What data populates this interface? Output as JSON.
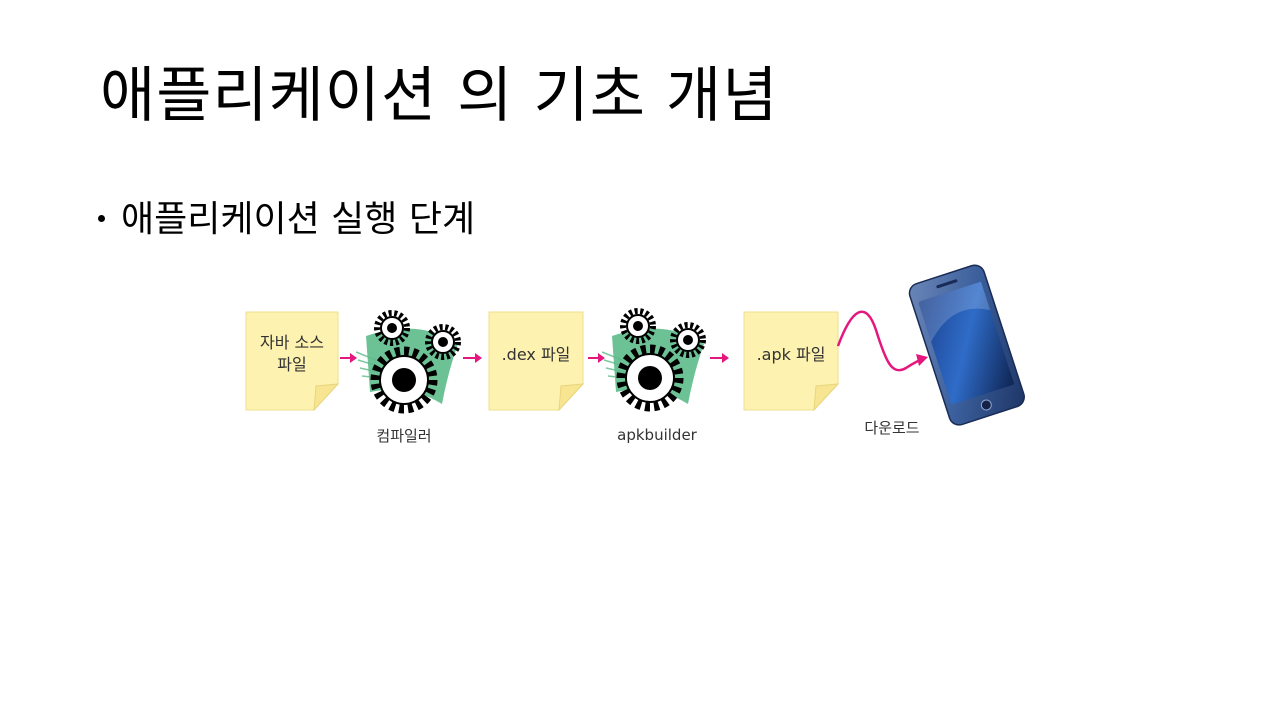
{
  "slide": {
    "title": "애플리케이션 의 기초 개념",
    "bullet": "애플리케이션 실행 단계"
  },
  "diagram": {
    "notes": {
      "java_source": {
        "line1": "자바 소스",
        "line2": "파일"
      },
      "dex_file": ".dex 파일",
      "apk_file": ".apk 파일"
    },
    "captions": {
      "compiler": "컴파일러",
      "apkbuilder": "apkbuilder",
      "download": "다운로드"
    },
    "colors": {
      "note_fill": "#FDF2B0",
      "note_fold": "#F7E592",
      "arrow": "#E5177F",
      "gear_accent": "#5DBB8A",
      "phone_body": "#3B5F9C"
    }
  }
}
